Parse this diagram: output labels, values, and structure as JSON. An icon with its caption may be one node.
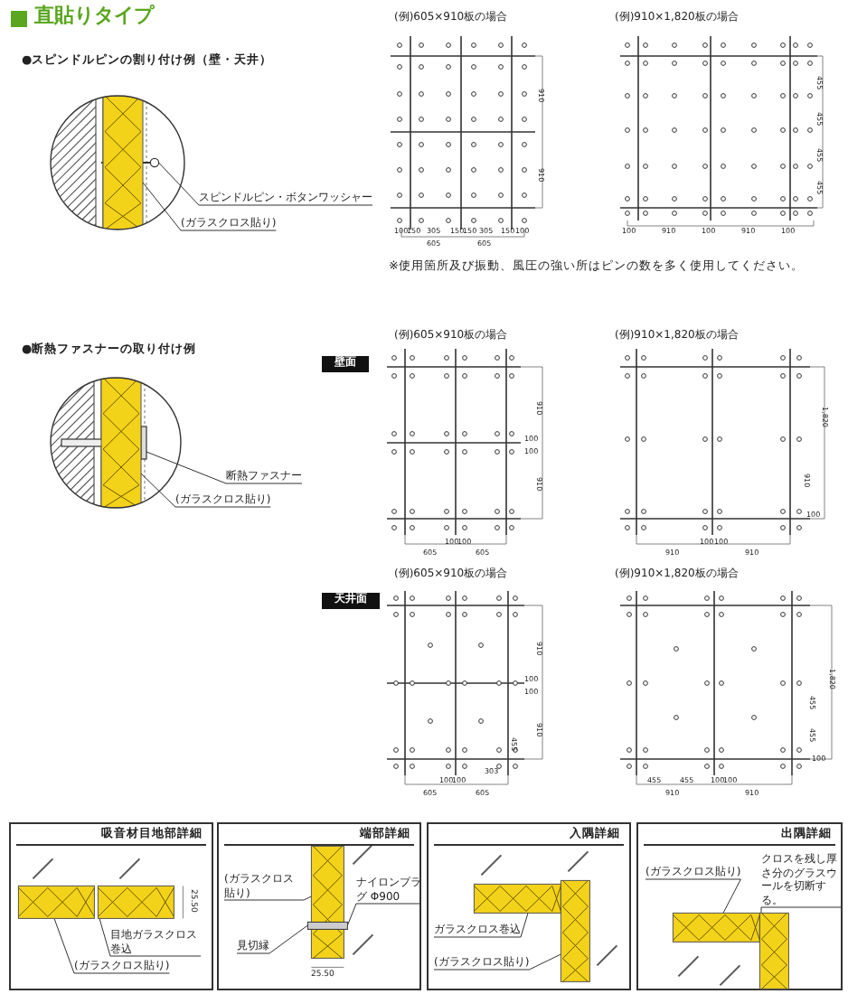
{
  "diagram": {
    "title": "直貼りタイプ",
    "nodes": [
      {
        "text": [
          "スピンドルピン・ボタンワッシャー"
        ]
      },
      {
        "text": [
          "(ガラスクロス貼り)"
        ]
      },
      {
        "text": [
          "断熱ファスナー"
        ]
      },
      {
        "text": [
          "(ガラスクロス貼り)"
        ]
      },
      {
        "text": [
          "吸音材目地部詳細"
        ]
      },
      {
        "text": [
          "目地ガラスクロス巻込"
        ],
        "in": 4
      },
      {
        "text": [
          "(ガラスクロス貼り)"
        ],
        "in": 4
      },
      {
        "text": [
          "端部詳細"
        ]
      },
      {
        "text": [
          "(ガラスクロス貼り)"
        ],
        "in": 7
      },
      {
        "text": [
          "ナイロンプラグ Φ900"
        ],
        "in": 7
      },
      {
        "text": [
          "見切縁"
        ],
        "in": 7
      },
      {
        "text": [
          "入隅詳細"
        ]
      },
      {
        "text": [
          "ガラスクロス巻込"
        ],
        "in": 11
      },
      {
        "text": [
          "(ガラスクロス貼り)"
        ],
        "in": 11
      },
      {
        "text": [
          "出隅詳細"
        ]
      },
      {
        "text": [
          "(ガラスクロス貼り)"
        ],
        "in": 14
      },
      {
        "text": [
          "クロスを残し厚さ分のグラスウールを切断する。"
        ],
        "in": 14
      },
      {
        "text": [],
        "shape": "picture"
      },
      {
        "text": [],
        "shape": "box"
      },
      {
        "text": [],
        "shape": "picture"
      },
      {
        "text": [],
        "shape": "box"
      },
      {
        "text": [],
        "shape": "box",
        "in": 4
      },
      {
        "text": [],
        "shape": "box",
        "in": 4
      },
      {
        "text": [],
        "shape": "box",
        "in": 7
      },
      {
        "text": [],
        "shape": "bar",
        "in": 7
      },
      {
        "text": [],
        "shape": "box",
        "in": 11
      },
      {
        "text": [],
        "shape": "box",
        "in": 11
      },
      {
        "text": [],
        "shape": "box",
        "in": 14
      },
      {
        "text": [],
        "shape": "box",
        "in": 14
      }
    ],
    "edges": [
      {
        "from": 0,
        "to": 17,
        "arrow": "none"
      },
      {
        "from": 1,
        "to": 18,
        "arrow": "none"
      },
      {
        "from": 2,
        "to": 19,
        "arrow": "none"
      },
      {
        "from": 3,
        "to": 20,
        "arrow": "none"
      },
      {
        "from": 5,
        "to": 22,
        "arrow": "none"
      },
      {
        "from": 6,
        "to": 21,
        "arrow": "none"
      },
      {
        "from": 8,
        "to": 23,
        "arrow": "none"
      },
      {
        "from": 9,
        "to": 24,
        "arrow": "none"
      },
      {
        "from": 10,
        "to": 24,
        "arrow": "none"
      },
      {
        "from": 12,
        "to": 25,
        "arrow": "none"
      },
      {
        "from": 13,
        "to": 26,
        "arrow": "none"
      },
      {
        "from": 15,
        "to": 27,
        "arrow": "none"
      },
      {
        "from": 16,
        "to": 28,
        "arrow": "none"
      }
    ],
    "labels": [
      "●スピンドルピンの割り付け例（壁・天井）",
      "(例)605×910板の場合",
      "(例)910×1,820板の場合",
      "100",
      "150",
      "305",
      "150",
      "150",
      "305",
      "150",
      "100",
      "605",
      "605",
      "910",
      "910",
      "100",
      "910",
      "100",
      "910",
      "100",
      "455",
      "455",
      "455",
      "455",
      "※使用箇所及び振動、風圧の強い所はピンの数を多く使用してください。",
      "●断熱ファスナーの取り付け例",
      "壁面",
      "(例)605×910板の場合",
      "(例)910×1,820板の場合",
      "910",
      "100",
      "100",
      "910",
      "100",
      "100",
      "605",
      "605",
      "1,820",
      "910",
      "100",
      "100",
      "100",
      "910",
      "910",
      "天井面",
      "(例)605×910板の場合",
      "(例)910×1,820板の場合",
      "910",
      "100",
      "100",
      "910",
      "455",
      "100",
      "100",
      "605",
      "605",
      "303",
      "1,820",
      "455",
      "455",
      "100",
      "455",
      "455",
      "100",
      "100",
      "910",
      "910",
      "25.50",
      "25.50"
    ]
  }
}
